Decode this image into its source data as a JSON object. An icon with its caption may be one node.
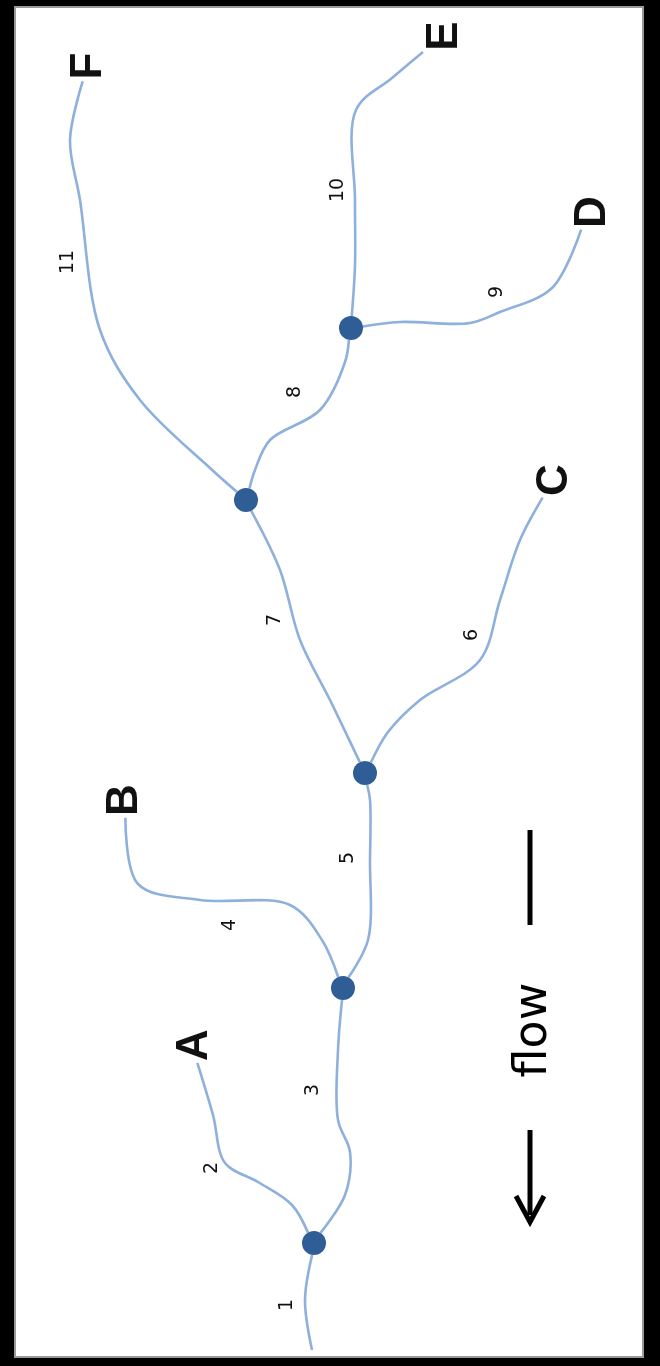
{
  "diagram": {
    "nodes": [
      {
        "text": [
          "A"
        ]
      },
      {
        "text": [
          "B"
        ]
      },
      {
        "text": [
          "C"
        ]
      },
      {
        "text": [
          "D"
        ]
      },
      {
        "text": [
          "E"
        ]
      },
      {
        "text": [
          "F"
        ]
      },
      {
        "text": [],
        "shape": "circle"
      },
      {
        "text": [],
        "shape": "circle"
      },
      {
        "text": [],
        "shape": "circle"
      },
      {
        "text": [],
        "shape": "circle"
      },
      {
        "text": [],
        "shape": "circle"
      }
    ],
    "edges": [
      {
        "from": 6,
        "to": null,
        "arrow": "none",
        "label": "1"
      },
      {
        "from": 0,
        "to": 6,
        "arrow": "none",
        "label": "2"
      },
      {
        "from": 7,
        "to": 6,
        "arrow": "none",
        "label": "3"
      },
      {
        "from": 1,
        "to": 7,
        "arrow": "none",
        "label": "4"
      },
      {
        "from": 8,
        "to": 7,
        "arrow": "none",
        "label": "5"
      },
      {
        "from": 2,
        "to": 8,
        "arrow": "none",
        "label": "6"
      },
      {
        "from": 9,
        "to": 8,
        "arrow": "none",
        "label": "7"
      },
      {
        "from": 10,
        "to": 9,
        "arrow": "none",
        "label": "8"
      },
      {
        "from": 3,
        "to": 10,
        "arrow": "none",
        "label": "9"
      },
      {
        "from": 4,
        "to": 10,
        "arrow": "none",
        "label": "10"
      },
      {
        "from": 5,
        "to": 9,
        "arrow": "none",
        "label": "11"
      }
    ],
    "labels": [
      "flow"
    ]
  }
}
